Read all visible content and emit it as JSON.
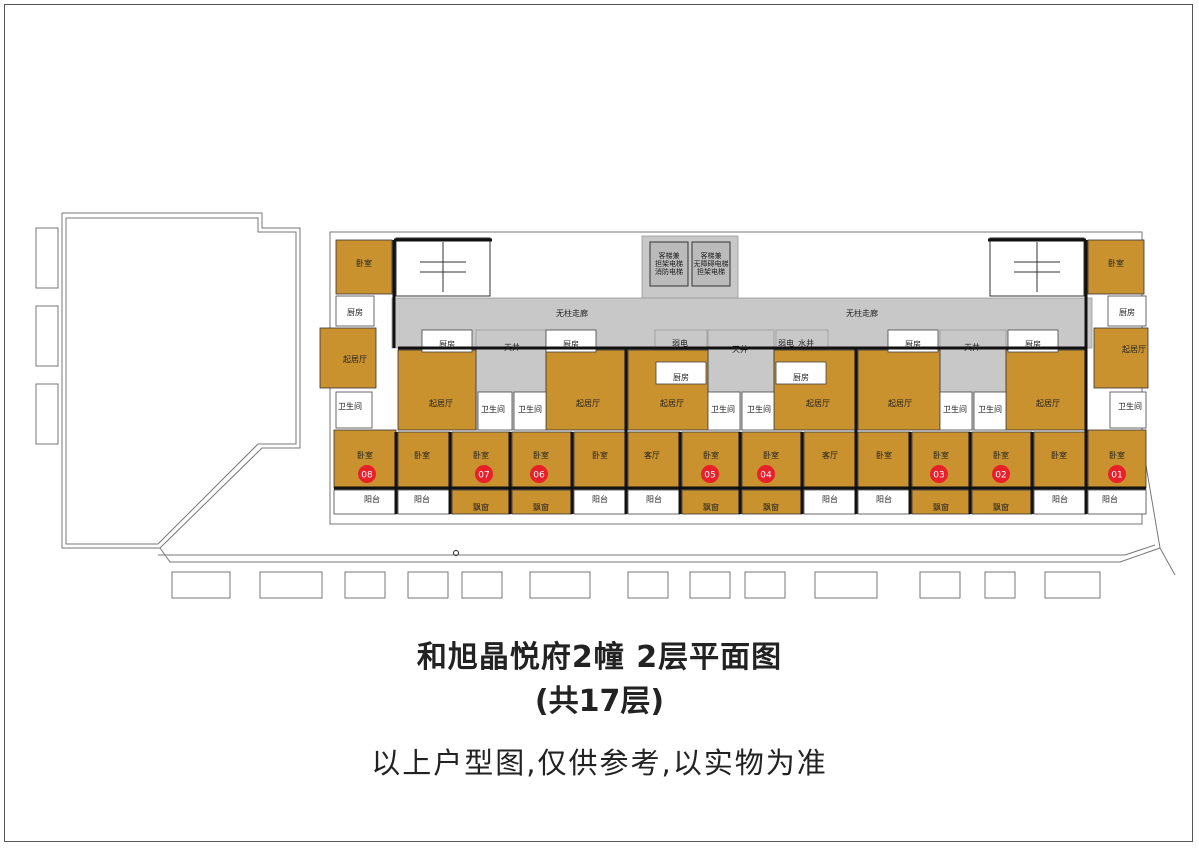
{
  "title": "和旭晶悦府2幢   2层平面图",
  "subtitle": "(共17层)",
  "note": "以上户型图,仅供参考,以实物为准",
  "colors": {
    "unit": "#C9922F",
    "common": "#C8C8C8",
    "badge": "#E8202A",
    "wall": "#1a1a1a"
  },
  "labels": {
    "corridor": "无柱走廊",
    "lightwell": "天井",
    "elevator1": "客梯兼",
    "elevator2": "担架电梯",
    "elevator3": "消防电梯",
    "elevator4": "客梯兼",
    "elevator5": "无障碍电梯",
    "weak": "弱电",
    "water": "水井",
    "bedroom": "卧室",
    "kitchen": "厨房",
    "living": "起居厅",
    "hall": "客厅",
    "bath": "卫生间",
    "balcony": "阳台",
    "baywin": "飘窗"
  },
  "units": [
    "08",
    "07",
    "06",
    "05",
    "04",
    "03",
    "02",
    "01"
  ]
}
